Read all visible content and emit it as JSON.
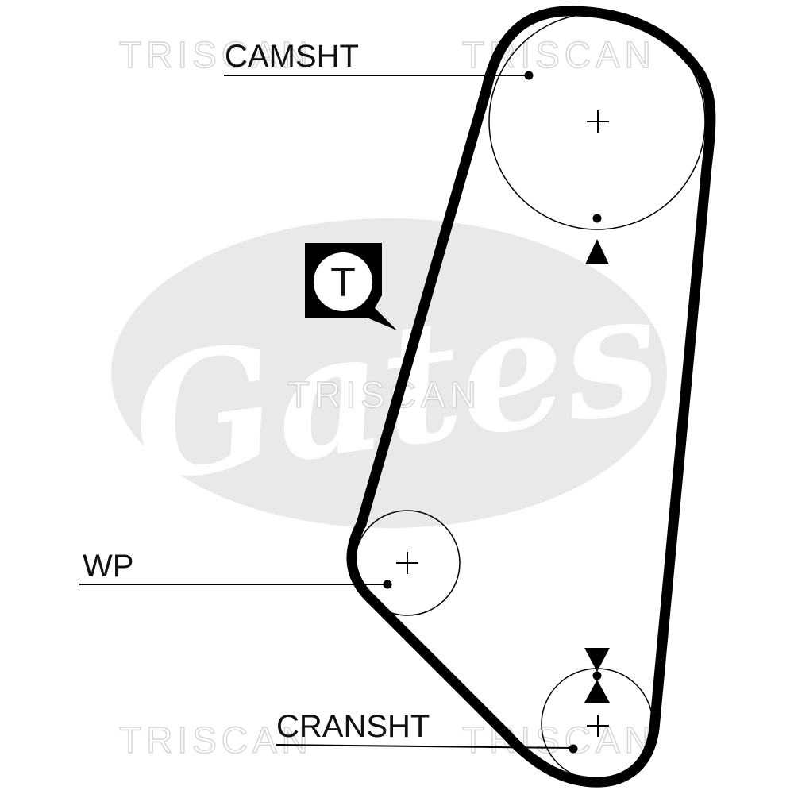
{
  "watermarks": {
    "brand": "TRISCAN",
    "logo_text": "Gates"
  },
  "labels": {
    "camshaft": "CAMSHT",
    "water_pump": "WP",
    "crankshaft": "CRANSHT",
    "tensioner_marker": "T"
  },
  "colors": {
    "belt": "#000000",
    "logo": "#e9e9e9",
    "watermark_outline": "#d4d4d4"
  },
  "icons": {
    "tensioner": "tensioner-T-icon",
    "timing_mark_top": "timing-triangle-up-icon",
    "timing_mark_bottom": "timing-hourglass-icon"
  }
}
